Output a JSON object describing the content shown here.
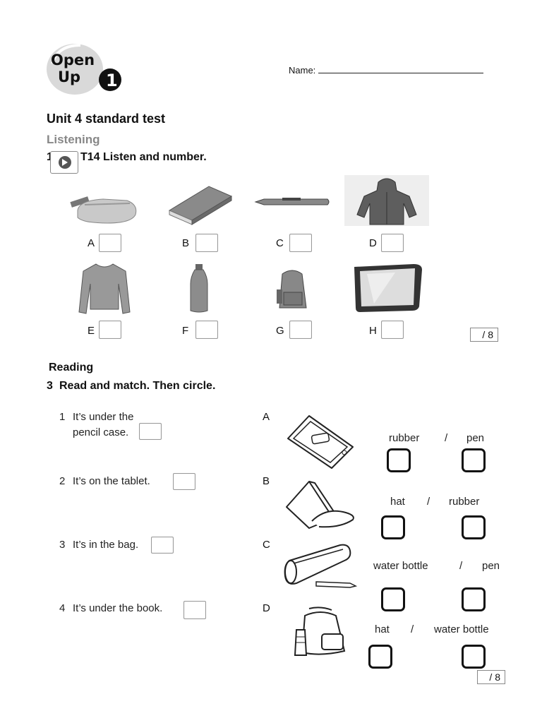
{
  "header": {
    "logo_line1": "Open",
    "logo_line2": "Up",
    "logo_number": "1",
    "name_label": "Name:"
  },
  "test_title": "Unit 4 standard test",
  "listening": {
    "heading": "Listening",
    "number": "1",
    "instruction": "T14 Listen and number.",
    "items": [
      {
        "letter": "A",
        "icon": "pencil-case"
      },
      {
        "letter": "B",
        "icon": "book"
      },
      {
        "letter": "C",
        "icon": "pen"
      },
      {
        "letter": "D",
        "icon": "coat"
      },
      {
        "letter": "E",
        "icon": "jumper"
      },
      {
        "letter": "F",
        "icon": "water-bottle"
      },
      {
        "letter": "G",
        "icon": "backpack"
      },
      {
        "letter": "H",
        "icon": "tablet"
      }
    ],
    "score": "/ 8"
  },
  "reading": {
    "heading": "Reading",
    "number": "3",
    "instruction": "Read and match. Then circle.",
    "sentences": [
      {
        "num": "1",
        "line1": "It’s under the",
        "line2": "pencil case."
      },
      {
        "num": "2",
        "line1": "It’s on the tablet.",
        "line2": ""
      },
      {
        "num": "3",
        "line1": "It’s in the bag.",
        "line2": ""
      },
      {
        "num": "4",
        "line1": "It’s under the book.",
        "line2": ""
      }
    ],
    "pictures": [
      {
        "letter": "A",
        "icon": "tablet-with-rubber",
        "opt1": "rubber",
        "slash": "/",
        "opt2": "pen"
      },
      {
        "letter": "B",
        "icon": "book-over-hat",
        "opt1": "hat",
        "slash": "/",
        "opt2": "rubber"
      },
      {
        "letter": "C",
        "icon": "pencil-case-with-pen",
        "opt1": "water bottle",
        "slash": "/",
        "opt2": "pen"
      },
      {
        "letter": "D",
        "icon": "backpack-with-bottle",
        "opt1": "hat",
        "slash": "/",
        "opt2": "water bottle"
      }
    ],
    "score": "/ 8"
  }
}
